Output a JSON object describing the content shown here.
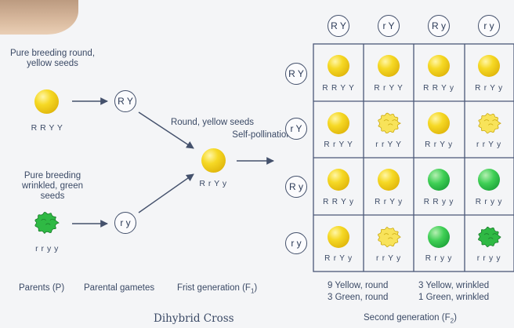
{
  "parents": {
    "parent1_label": "Pure breeding round, yellow seeds",
    "parent1_genotype": "R R Y Y",
    "parent2_label": "Pure breeding wrinkled, green seeds",
    "parent2_genotype": "r r y y"
  },
  "gametes": {
    "parent1": "R Y",
    "parent2": "r y"
  },
  "f1": {
    "label": "Round, yellow seeds",
    "genotype": "R r Y y",
    "self_label": "Self-pollination"
  },
  "punnett": {
    "col_headers": [
      "R Y",
      "r Y",
      "R y",
      "r y"
    ],
    "row_headers": [
      "R Y",
      "r Y",
      "R y",
      "r y"
    ],
    "cells": [
      [
        {
          "genotype": "R R Y Y",
          "phenotype": "yellow-round"
        },
        {
          "genotype": "R r Y Y",
          "phenotype": "yellow-round"
        },
        {
          "genotype": "R R Y y",
          "phenotype": "yellow-round"
        },
        {
          "genotype": "R r Y y",
          "phenotype": "yellow-round"
        }
      ],
      [
        {
          "genotype": "R r Y Y",
          "phenotype": "yellow-round"
        },
        {
          "genotype": "r r Y Y",
          "phenotype": "yellow-wrinkled"
        },
        {
          "genotype": "R r Y y",
          "phenotype": "yellow-round"
        },
        {
          "genotype": "r r Y y",
          "phenotype": "yellow-wrinkled"
        }
      ],
      [
        {
          "genotype": "R R Y y",
          "phenotype": "yellow-round"
        },
        {
          "genotype": "R r Y y",
          "phenotype": "yellow-round"
        },
        {
          "genotype": "R R y y",
          "phenotype": "green-round"
        },
        {
          "genotype": "R r y y",
          "phenotype": "green-round"
        }
      ],
      [
        {
          "genotype": "R r Y y",
          "phenotype": "yellow-round"
        },
        {
          "genotype": "r r Y y",
          "phenotype": "yellow-wrinkled"
        },
        {
          "genotype": "R r y y",
          "phenotype": "green-round"
        },
        {
          "genotype": "r r y y",
          "phenotype": "green-wrinkled"
        }
      ]
    ]
  },
  "ratios": {
    "yellow_round": "9 Yellow, round",
    "green_round": "3 Green, round",
    "yellow_wrinkled": "3 Yellow, wrinkled",
    "green_wrinkled": "1 Green, wrinkled"
  },
  "captions": {
    "parents": "Parents (P)",
    "parental_gametes": "Parental gametes",
    "first_generation": "Frist generation (F",
    "first_generation_sub": "1",
    "first_generation_close": ")",
    "title": "Dihybrid Cross",
    "second_generation": "Second generation (F",
    "second_generation_sub": "2",
    "second_generation_close": ")"
  },
  "colors": {
    "yellow": "#f6d925",
    "green": "#2fbf48",
    "text": "#3b4a66",
    "grid": "#4a5877"
  }
}
